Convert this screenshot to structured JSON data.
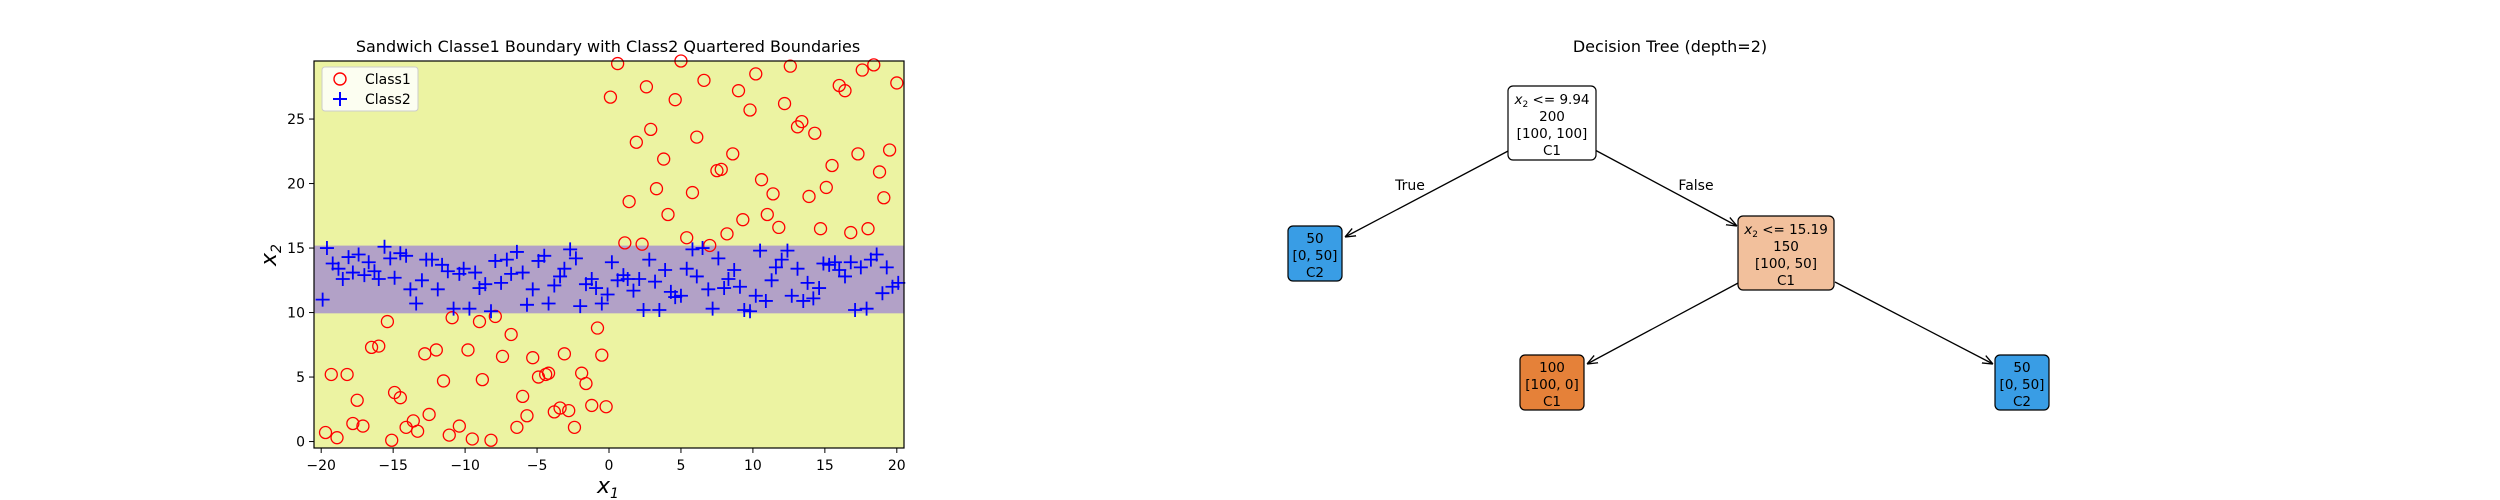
{
  "chart_data": [
    {
      "type": "scatter",
      "title": "Sandwich Classe1 Boundary with Class2 Quartered Boundaries",
      "xlabel": "x",
      "xlabel_sub": "1",
      "ylabel": "x",
      "ylabel_sub": "2",
      "xlim": [
        -20.5,
        20.5
      ],
      "ylim": [
        -0.5,
        29.5
      ],
      "xticks": [
        -20,
        -15,
        -10,
        -5,
        0,
        5,
        10,
        15,
        20
      ],
      "xtick_labels": [
        "−20",
        "−15",
        "−10",
        "−5",
        "0",
        "5",
        "10",
        "15",
        "20"
      ],
      "yticks": [
        0,
        5,
        10,
        15,
        20,
        25
      ],
      "ytick_labels": [
        "0",
        "5",
        "10",
        "15",
        "20",
        "25"
      ],
      "grid": false,
      "legend_position": "top-left",
      "colors": {
        "class1_region": "#ecf3a2",
        "class2_region": "#b2a1c7",
        "class1_marker": "#ff0000",
        "class2_marker": "#0000ff"
      },
      "regions": [
        {
          "class": "Class2",
          "y_from": 9.94,
          "y_to": 15.19
        }
      ],
      "series": [
        {
          "name": "Class1",
          "marker": "circle",
          "points": [
            [
              -19.7,
              0.7
            ],
            [
              -19.3,
              5.2
            ],
            [
              -18.9,
              0.3
            ],
            [
              -18.2,
              5.2
            ],
            [
              -17.8,
              1.4
            ],
            [
              -17.5,
              3.2
            ],
            [
              -17.1,
              1.2
            ],
            [
              -16.5,
              7.3
            ],
            [
              -16,
              7.4
            ],
            [
              -15.4,
              9.3
            ],
            [
              -15.1,
              0.1
            ],
            [
              -14.9,
              3.8
            ],
            [
              -14.5,
              3.4
            ],
            [
              -14.1,
              1.1
            ],
            [
              -13.6,
              1.6
            ],
            [
              -13.3,
              0.8
            ],
            [
              -12.8,
              6.8
            ],
            [
              -12.5,
              2.1
            ],
            [
              -12,
              7.1
            ],
            [
              -11.5,
              4.7
            ],
            [
              -11.1,
              0.5
            ],
            [
              -10.9,
              9.6
            ],
            [
              -10.4,
              1.2
            ],
            [
              -9.8,
              7.1
            ],
            [
              -9.5,
              0.2
            ],
            [
              -9,
              9.3
            ],
            [
              -8.8,
              4.8
            ],
            [
              -8.2,
              0.1
            ],
            [
              -7.9,
              9.7
            ],
            [
              -7.4,
              6.6
            ],
            [
              -6.8,
              8.3
            ],
            [
              -6.4,
              1.1
            ],
            [
              -6,
              3.5
            ],
            [
              -5.7,
              2
            ],
            [
              -5.3,
              6.5
            ],
            [
              -4.9,
              5
            ],
            [
              -4.4,
              5.2
            ],
            [
              -4.2,
              5.3
            ],
            [
              -3.8,
              2.3
            ],
            [
              -3.4,
              2.6
            ],
            [
              -3.1,
              6.8
            ],
            [
              -2.8,
              2.4
            ],
            [
              -2.4,
              1.1
            ],
            [
              -1.9,
              5.3
            ],
            [
              -1.6,
              4.5
            ],
            [
              -1.2,
              2.8
            ],
            [
              -0.8,
              8.8
            ],
            [
              -0.5,
              6.7
            ],
            [
              -0.2,
              2.7
            ],
            [
              0.1,
              26.7
            ],
            [
              0.6,
              29.3
            ],
            [
              1.1,
              15.4
            ],
            [
              1.4,
              18.6
            ],
            [
              1.9,
              23.2
            ],
            [
              2.3,
              15.3
            ],
            [
              2.6,
              27.5
            ],
            [
              2.9,
              24.2
            ],
            [
              3.3,
              19.6
            ],
            [
              3.8,
              21.9
            ],
            [
              4.1,
              17.6
            ],
            [
              4.6,
              26.5
            ],
            [
              5,
              29.5
            ],
            [
              5.4,
              15.8
            ],
            [
              5.8,
              19.3
            ],
            [
              6.1,
              23.6
            ],
            [
              6.6,
              28
            ],
            [
              7,
              15.2
            ],
            [
              7.5,
              21
            ],
            [
              7.8,
              21.1
            ],
            [
              8.2,
              16.1
            ],
            [
              8.6,
              22.3
            ],
            [
              9,
              27.2
            ],
            [
              9.3,
              17.2
            ],
            [
              9.8,
              25.7
            ],
            [
              10.2,
              28.5
            ],
            [
              10.6,
              20.3
            ],
            [
              11,
              17.6
            ],
            [
              11.4,
              19.2
            ],
            [
              11.8,
              16.6
            ],
            [
              12.2,
              26.2
            ],
            [
              12.6,
              29.1
            ],
            [
              13.1,
              24.4
            ],
            [
              13.4,
              24.8
            ],
            [
              13.9,
              19
            ],
            [
              14.3,
              23.9
            ],
            [
              14.7,
              16.5
            ],
            [
              15.1,
              19.7
            ],
            [
              15.5,
              21.4
            ],
            [
              16,
              27.6
            ],
            [
              16.4,
              27.2
            ],
            [
              16.8,
              16.2
            ],
            [
              17.3,
              22.3
            ],
            [
              17.6,
              28.8
            ],
            [
              18,
              16.5
            ],
            [
              18.4,
              29.2
            ],
            [
              18.8,
              20.9
            ],
            [
              19.1,
              18.9
            ],
            [
              19.5,
              22.6
            ],
            [
              20,
              27.8
            ]
          ]
        },
        {
          "name": "Class2",
          "marker": "plus",
          "points": [
            [
              -19.9,
              11
            ],
            [
              -19.6,
              15
            ],
            [
              -19.2,
              13.8
            ],
            [
              -18.8,
              13.4
            ],
            [
              -18.5,
              12.6
            ],
            [
              -18.1,
              14.3
            ],
            [
              -17.8,
              13.1
            ],
            [
              -17.4,
              14.5
            ],
            [
              -17,
              12.9
            ],
            [
              -16.7,
              13.9
            ],
            [
              -16.3,
              13.2
            ],
            [
              -16,
              12.6
            ],
            [
              -15.6,
              15.1
            ],
            [
              -15.2,
              14.2
            ],
            [
              -14.9,
              12.7
            ],
            [
              -14.5,
              14.6
            ],
            [
              -14.1,
              14.4
            ],
            [
              -13.8,
              11.8
            ],
            [
              -13.4,
              10.7
            ],
            [
              -13,
              12.5
            ],
            [
              -12.7,
              14.1
            ],
            [
              -12.3,
              14.1
            ],
            [
              -11.9,
              11.8
            ],
            [
              -11.6,
              13.7
            ],
            [
              -11.2,
              13.2
            ],
            [
              -10.8,
              10.3
            ],
            [
              -10.4,
              13
            ],
            [
              -10.1,
              13.4
            ],
            [
              -9.7,
              10.3
            ],
            [
              -9.3,
              13.1
            ],
            [
              -9,
              11.9
            ],
            [
              -8.6,
              12.2
            ],
            [
              -8.2,
              10.1
            ],
            [
              -7.9,
              14
            ],
            [
              -7.5,
              12.3
            ],
            [
              -7.1,
              14.1
            ],
            [
              -6.8,
              13
            ],
            [
              -6.4,
              14.7
            ],
            [
              -6,
              13.1
            ],
            [
              -5.7,
              10.6
            ],
            [
              -5.3,
              11.8
            ],
            [
              -4.9,
              14
            ],
            [
              -4.5,
              14.4
            ],
            [
              -4.2,
              10.7
            ],
            [
              -3.8,
              12.1
            ],
            [
              -3.4,
              12.8
            ],
            [
              -3.1,
              13.4
            ],
            [
              -2.7,
              14.9
            ],
            [
              -2.3,
              14.2
            ],
            [
              -2,
              10.5
            ],
            [
              -1.6,
              12.2
            ],
            [
              -1.2,
              12.6
            ],
            [
              -0.9,
              11.9
            ],
            [
              -0.5,
              10.7
            ],
            [
              -0.1,
              11.4
            ],
            [
              0.2,
              13.9
            ],
            [
              0.6,
              12.5
            ],
            [
              1,
              12.9
            ],
            [
              1.3,
              12.6
            ],
            [
              1.7,
              11.7
            ],
            [
              2.1,
              12.6
            ],
            [
              2.4,
              10.2
            ],
            [
              2.8,
              14.1
            ],
            [
              3.2,
              12.4
            ],
            [
              3.5,
              10.2
            ],
            [
              3.9,
              13.3
            ],
            [
              4.3,
              11.6
            ],
            [
              4.6,
              11.2
            ],
            [
              5,
              11.3
            ],
            [
              5.4,
              13.4
            ],
            [
              5.8,
              14.9
            ],
            [
              6.1,
              12.8
            ],
            [
              6.5,
              15
            ],
            [
              6.9,
              11.8
            ],
            [
              7.2,
              10.3
            ],
            [
              7.6,
              14.2
            ],
            [
              8,
              11.9
            ],
            [
              8.3,
              12.6
            ],
            [
              8.7,
              13.3
            ],
            [
              9.1,
              12
            ],
            [
              9.4,
              10.2
            ],
            [
              9.8,
              10.1
            ],
            [
              10.2,
              11.3
            ],
            [
              10.5,
              14.8
            ],
            [
              10.9,
              10.9
            ],
            [
              11.3,
              12.5
            ],
            [
              11.6,
              13.5
            ],
            [
              12,
              14.1
            ],
            [
              12.4,
              14.8
            ],
            [
              12.7,
              11.3
            ],
            [
              13.1,
              13.4
            ],
            [
              13.5,
              10.9
            ],
            [
              13.8,
              12.3
            ],
            [
              14.2,
              11.1
            ],
            [
              14.6,
              11.9
            ],
            [
              14.9,
              13.8
            ],
            [
              15.3,
              13.7
            ],
            [
              15.7,
              13.9
            ],
            [
              16,
              13.3
            ],
            [
              16.4,
              12.8
            ],
            [
              16.8,
              13.9
            ],
            [
              17.1,
              10.2
            ],
            [
              17.5,
              13.5
            ],
            [
              17.9,
              10.3
            ],
            [
              18.2,
              14.1
            ],
            [
              18.6,
              14.5
            ],
            [
              19,
              11.5
            ],
            [
              19.3,
              13.5
            ],
            [
              19.7,
              12
            ],
            [
              20.1,
              12.3
            ]
          ]
        }
      ]
    },
    {
      "type": "tree",
      "title": "Decision Tree (depth=2)",
      "edge_labels": {
        "left": "True",
        "right": "False"
      },
      "nodes": {
        "root": {
          "rule_var": "x",
          "rule_sub": "2",
          "rule_op": " <= 9.94",
          "samples": "200",
          "value": "[100, 100]",
          "class": "C1",
          "fill": "#ffffff"
        },
        "leaf_left": {
          "samples": "50",
          "value": "[0, 50]",
          "class": "C2",
          "fill": "#399de5"
        },
        "inner_right": {
          "rule_var": "x",
          "rule_sub": "2",
          "rule_op": " <= 15.19",
          "samples": "150",
          "value": "[100, 50]",
          "class": "C1",
          "fill": "#f2c09c"
        },
        "leaf_mid": {
          "samples": "100",
          "value": "[100, 0]",
          "class": "C1",
          "fill": "#e58139"
        },
        "leaf_right": {
          "samples": "50",
          "value": "[0, 50]",
          "class": "C2",
          "fill": "#399de5"
        }
      }
    }
  ]
}
